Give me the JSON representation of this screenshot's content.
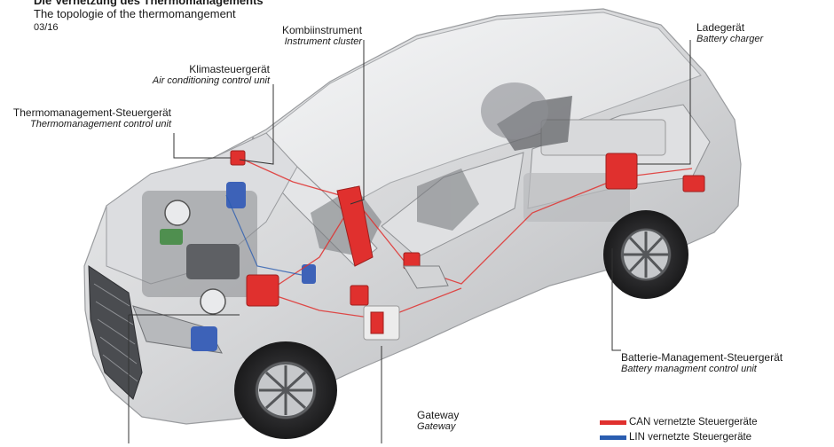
{
  "header": {
    "title_de": "Die Vernetzung des Thermomanagements",
    "title_en": "The topologie of the thermomangement",
    "date": "03/16"
  },
  "labels": {
    "kombiinstrument": {
      "de": "Kombiinstrument",
      "en": "Instrument cluster"
    },
    "klima": {
      "de": "Klimasteuergerät",
      "en": "Air conditioning control unit"
    },
    "thermo": {
      "de": "Thermomanagement-Steuergerät",
      "en": "Thermomanagement control unit"
    },
    "lade": {
      "de": "Ladegerät",
      "en": "Battery charger"
    },
    "bms": {
      "de": "Batterie-Management-Steuergerät",
      "en": "Battery managment control unit"
    },
    "gateway": {
      "de": "Gateway",
      "en": "Gateway"
    }
  },
  "legend": {
    "can": {
      "label": "CAN vernetzte Steuergeräte",
      "color": "#e0302e"
    },
    "lin": {
      "label": "LIN vernetzte Steuergeräte",
      "color": "#2a5db0"
    }
  },
  "colors": {
    "control_unit": "#e0302e",
    "leader_line": "#333333",
    "car_body": "#c9cacc"
  }
}
